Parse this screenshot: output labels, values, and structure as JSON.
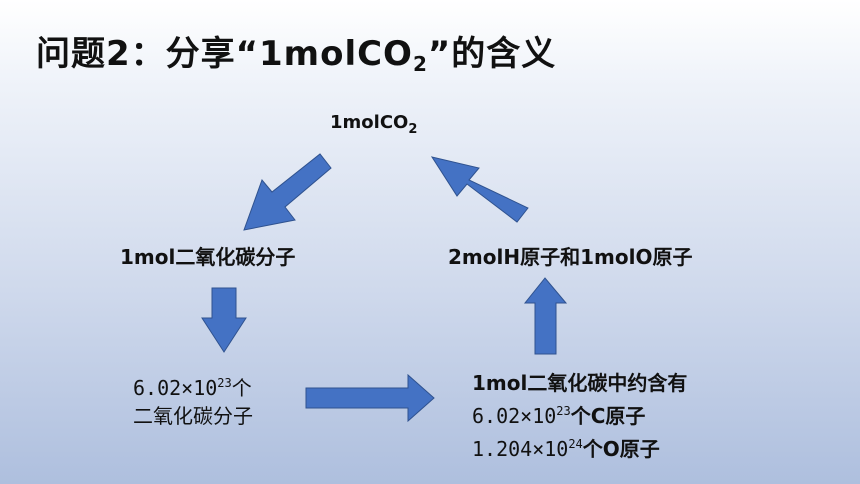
{
  "title": {
    "prefix": "问题2：分享“1molCO",
    "sub": "2",
    "suffix": "”的含义"
  },
  "nodes": {
    "top": {
      "main": "1molCO",
      "sub": "2"
    },
    "left": {
      "text": "1mol二氧化碳分子"
    },
    "right": {
      "text": "2molH原子和1molO原子"
    },
    "bottom_left": {
      "line1_base": "6.02×10",
      "line1_exp": "23",
      "line1_unit": "个",
      "line2": "二氧化碳分子"
    },
    "bottom_right": {
      "line1": "1mol二氧化碳中约含有",
      "line2_base": "6.02×10",
      "line2_exp": "23",
      "line2_suffix": "个C原子",
      "line3_base": "1.204×10",
      "line3_exp": "24",
      "line3_suffix": "个O原子"
    }
  },
  "colors": {
    "arrow_fill": "#4472c4",
    "arrow_stroke": "#2f528f"
  }
}
